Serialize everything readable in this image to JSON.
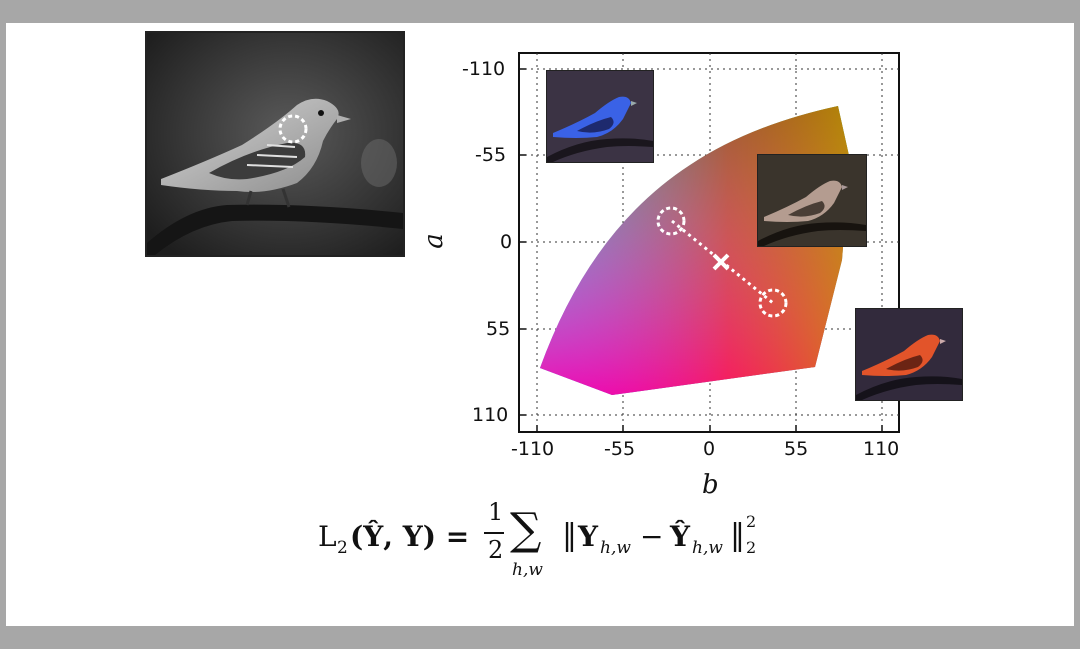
{
  "plot": {
    "xlabel": "b",
    "ylabel": "a",
    "xticks": [
      "-110",
      "-55",
      "0",
      "55",
      "110"
    ],
    "yticks": [
      "-110",
      "-55",
      "0",
      "55",
      "110"
    ],
    "xlim": [
      -110,
      110
    ],
    "ylim": [
      -110,
      110
    ],
    "grid": true
  },
  "formula": {
    "lhs_L": "L",
    "lhs_sub": "2",
    "lhs_args": "(Ŷ, Y) =",
    "frac_num": "1",
    "frac_den": "2",
    "sigma": "∑",
    "sigma_sub": "h,w",
    "norm_open": "‖",
    "Y1": "Y",
    "Y1_sub": "h,w",
    "minus": "−",
    "Y2": "Ŷ",
    "Y2_sub": "h,w",
    "norm_close": "‖",
    "sup": "2",
    "sub": "2"
  },
  "colors": {
    "page_bg": "#ffffff",
    "frame_bg": "#a7a7a7",
    "gamut_blue": "#2f6bff",
    "gamut_green": "#129a12",
    "gamut_magenta": "#e020e8",
    "gamut_red": "#ff1010",
    "gamut_orange": "#cf7a10",
    "marker": "#ffffff"
  },
  "thumbnails": [
    {
      "name": "blue-bird-thumbnail",
      "tint": "#3a62e6"
    },
    {
      "name": "neutral-bird-thumbnail",
      "tint": "#b49c90"
    },
    {
      "name": "red-bird-thumbnail",
      "tint": "#e2542a"
    }
  ]
}
